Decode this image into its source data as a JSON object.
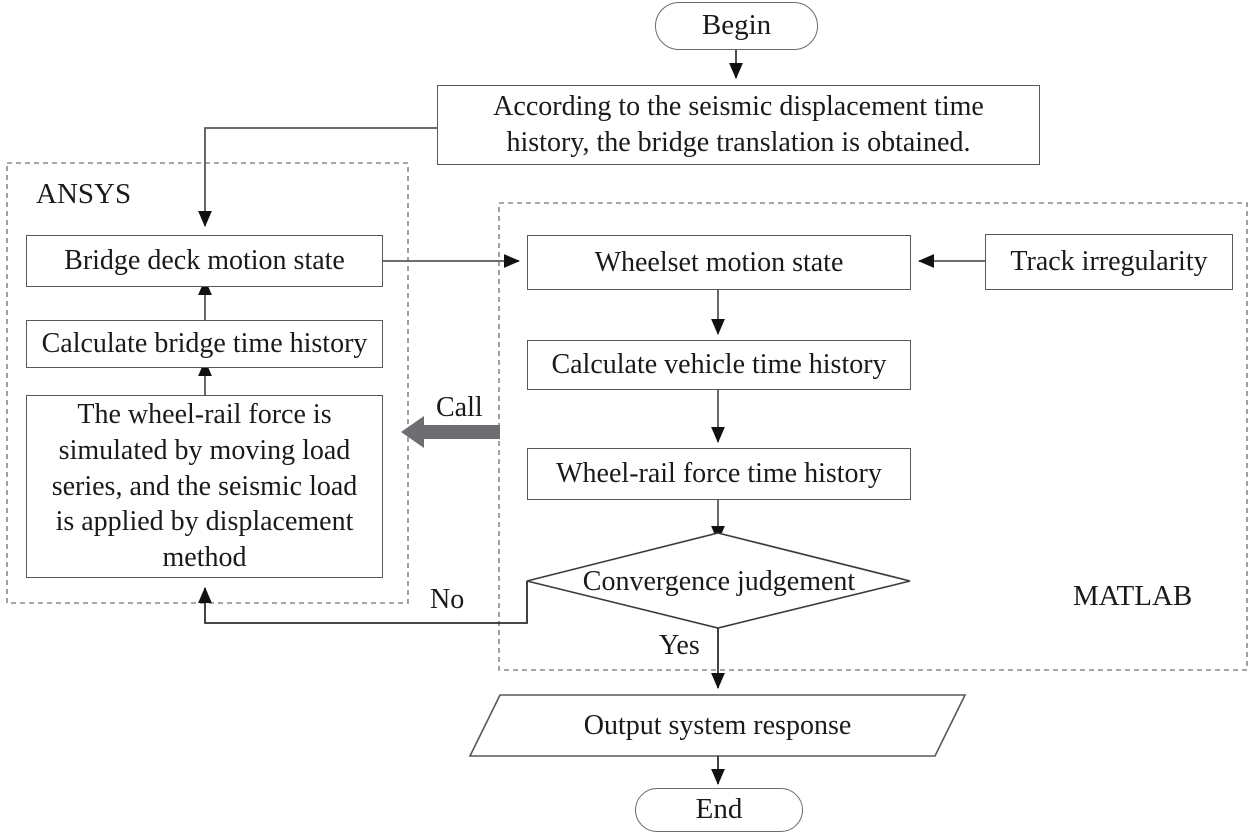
{
  "diagram": {
    "title": "Vehicle-bridge seismic coupling analysis flowchart",
    "type": "flowchart",
    "colors": {
      "stroke": "#58585a",
      "text": "#1a1a1a",
      "call_arrow": "#6d6e71",
      "dashed_group": "#808080",
      "background": "#ffffff"
    }
  },
  "nodes": {
    "begin": {
      "label": "Begin",
      "shape": "terminator"
    },
    "seismic_input": {
      "label": "According to the seismic displacement time history, the bridge translation is obtained.",
      "line1": "According to the seismic displacement time",
      "line2": "history, the bridge translation is obtained.",
      "shape": "process"
    },
    "bridge_deck_motion": {
      "label": "Bridge deck motion state",
      "shape": "process"
    },
    "calc_bridge_time": {
      "label": "Calculate bridge time history",
      "shape": "process"
    },
    "wheel_rail_sim": {
      "label": "The wheel-rail force is simulated by moving load series, and the seismic load is applied by displacement method",
      "line1": "The wheel-rail force is",
      "line2": "simulated by moving load",
      "line3": "series, and the seismic load",
      "line4": "is applied by displacement",
      "line5": "method",
      "shape": "process"
    },
    "wheelset_motion": {
      "label": "Wheelset motion state",
      "shape": "process"
    },
    "calc_vehicle_time": {
      "label": "Calculate vehicle time history",
      "shape": "process"
    },
    "wheel_rail_force_time": {
      "label": "Wheel-rail force time history",
      "shape": "process"
    },
    "track_irregularity": {
      "label": "Track irregularity",
      "shape": "process"
    },
    "convergence": {
      "label": "Convergence judgement",
      "shape": "decision"
    },
    "output": {
      "label": "Output system response",
      "shape": "data"
    },
    "end": {
      "label": "End",
      "shape": "terminator"
    }
  },
  "groups": {
    "ansys": {
      "label": "ANSYS"
    },
    "matlab": {
      "label": "MATLAB"
    }
  },
  "edge_labels": {
    "call": "Call",
    "no": "No",
    "yes": "Yes"
  }
}
